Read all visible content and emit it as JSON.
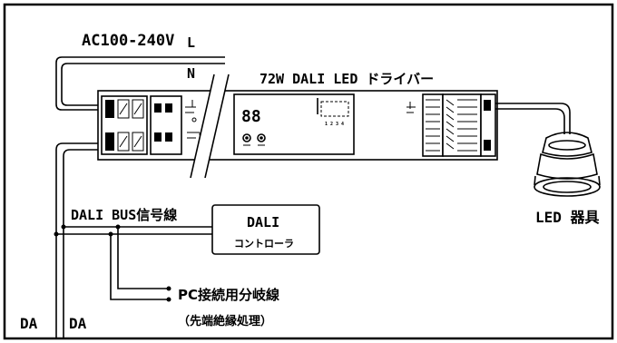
{
  "labels": {
    "supply": "AC100-240V",
    "line": "L",
    "neutral": "N",
    "driver_title": "72W DALI LED ドライバー",
    "dali_bus": "DALI BUS信号線",
    "controller_line1": "DALI",
    "controller_line2": "コントローラ",
    "pc_branch": "PC接続用分岐線",
    "pc_branch_note": "（先端絶縁処理）",
    "led_fixture": "LED 器具",
    "da_left": "DA",
    "da_right": "DA",
    "display_digits": "88",
    "dip_numbers": "1 2 3 4"
  },
  "colors": {
    "line": "#000000",
    "background": "#ffffff"
  }
}
